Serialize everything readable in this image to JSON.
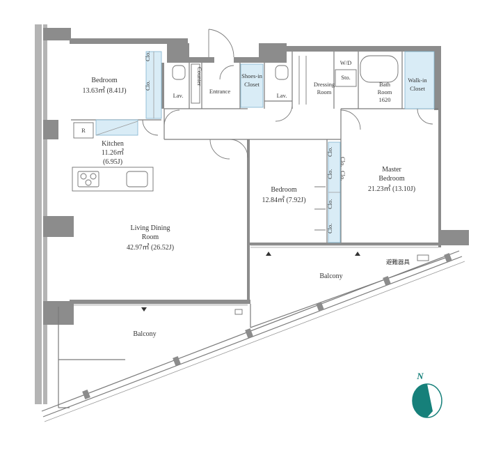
{
  "rooms": {
    "bedroom1": {
      "name": "Bedroom",
      "area": "13.63㎡ (8.41J)"
    },
    "kitchen": {
      "name": "Kitchen",
      "area": "11.26㎡",
      "area_j": "(6.95J)"
    },
    "ldr": {
      "name": "Living Dining",
      "name2": "Room",
      "area": "42.97㎡ (26.52J)"
    },
    "bedroom2": {
      "name": "Bedroom",
      "area": "12.84㎡ (7.92J)"
    },
    "master": {
      "name": "Master",
      "name2": "Bedroom",
      "area": "21.23㎡ (13.10J)"
    }
  },
  "labels": {
    "lav": "Lav.",
    "counter": "Counter",
    "entrance": "Entrance",
    "shoes_in": "Shoes-in",
    "shoes_closet": "Closet",
    "dressing": "Dressing",
    "dressing2": "Room",
    "wd": "W/D",
    "sto": "Sto.",
    "bath": "Bath",
    "bath2": "Room",
    "bath3": "1620",
    "walk_in": "Walk-in",
    "walk_closet": "Closet",
    "clo": "Clo.",
    "fridge": "R",
    "balcony": "Balcony",
    "evac": "避難器具"
  },
  "compass": {
    "letter": "N",
    "color": "#16807a"
  }
}
